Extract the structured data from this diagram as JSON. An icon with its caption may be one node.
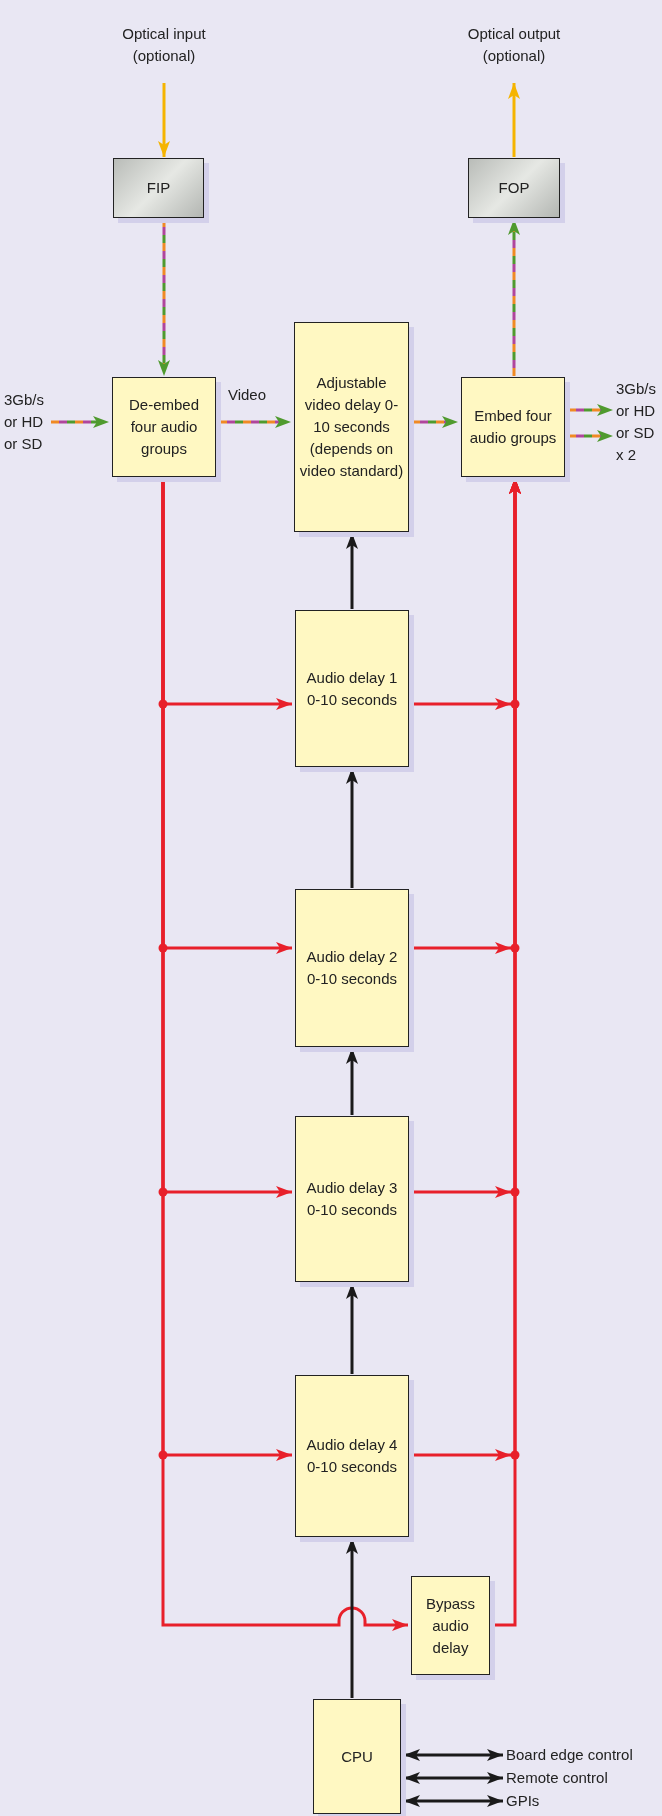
{
  "diagram": {
    "nodes": [
      {
        "text": [
          "Optical input (optional)"
        ]
      },
      {
        "text": [
          "FIP"
        ]
      },
      {
        "text": [
          "Optical output (optional)"
        ]
      },
      {
        "text": [
          "FOP"
        ]
      },
      {
        "text": [
          "3Gb/s or HD or SD"
        ]
      },
      {
        "text": [
          "De-embed four audio groups"
        ]
      },
      {
        "text": [
          "Adjustable video delay 0-10 seconds (depends on video standard)"
        ]
      },
      {
        "text": [
          "Embed four audio groups"
        ]
      },
      {
        "text": [
          "3Gb/s or HD or SD x 2"
        ]
      },
      {
        "text": [
          "Audio delay 1 0-10 seconds"
        ]
      },
      {
        "text": [
          "Audio delay 2 0-10 seconds"
        ]
      },
      {
        "text": [
          "Audio delay 3 0-10 seconds"
        ]
      },
      {
        "text": [
          "Audio delay 4 0-10 seconds"
        ]
      },
      {
        "text": [
          "Bypass audio delay"
        ]
      },
      {
        "text": [
          "CPU"
        ]
      },
      {
        "text": [
          "Board edge control"
        ]
      },
      {
        "text": [
          "Remote control"
        ]
      },
      {
        "text": [
          "GPIs"
        ]
      }
    ],
    "edges": [
      {
        "from": 0,
        "to": 1,
        "arrow": "to",
        "color": "#f5b400"
      },
      {
        "from": 1,
        "to": 5,
        "arrow": "to",
        "style": "dashed",
        "color": "#4f9a2e"
      },
      {
        "from": 3,
        "to": 2,
        "arrow": "to",
        "color": "#f5b400"
      },
      {
        "from": 7,
        "to": 3,
        "arrow": "to",
        "style": "dashed",
        "color": "#4f9a2e"
      },
      {
        "from": 4,
        "to": 5,
        "arrow": "to",
        "style": "dashed",
        "color": "#4f9a2e"
      },
      {
        "from": 5,
        "to": 6,
        "arrow": "to",
        "label": "Video",
        "style": "dashed",
        "color": "#4f9a2e"
      },
      {
        "from": 6,
        "to": 7,
        "arrow": "to",
        "style": "dashed",
        "color": "#4f9a2e"
      },
      {
        "from": 7,
        "to": 8,
        "arrow": "to",
        "style": "dashed",
        "color": "#4f9a2e"
      },
      {
        "from": 7,
        "to": 8,
        "arrow": "to",
        "style": "dashed",
        "color": "#4f9a2e"
      },
      {
        "from": 5,
        "to": 9,
        "arrow": "to",
        "color": "#e8202a"
      },
      {
        "from": 5,
        "to": 10,
        "arrow": "to",
        "color": "#e8202a"
      },
      {
        "from": 5,
        "to": 11,
        "arrow": "to",
        "color": "#e8202a"
      },
      {
        "from": 5,
        "to": 12,
        "arrow": "to",
        "color": "#e8202a"
      },
      {
        "from": 5,
        "to": 13,
        "arrow": "to",
        "color": "#e8202a"
      },
      {
        "from": 9,
        "to": 7,
        "arrow": "to",
        "color": "#e8202a"
      },
      {
        "from": 10,
        "to": 7,
        "arrow": "to",
        "color": "#e8202a"
      },
      {
        "from": 11,
        "to": 7,
        "arrow": "to",
        "color": "#e8202a"
      },
      {
        "from": 12,
        "to": 7,
        "arrow": "to",
        "color": "#e8202a"
      },
      {
        "from": 13,
        "to": 7,
        "arrow": "to",
        "color": "#e8202a"
      },
      {
        "from": 14,
        "to": 12,
        "arrow": "to",
        "color": "#1a1a1a"
      },
      {
        "from": 12,
        "to": 11,
        "arrow": "to",
        "color": "#1a1a1a"
      },
      {
        "from": 11,
        "to": 10,
        "arrow": "to",
        "color": "#1a1a1a"
      },
      {
        "from": 10,
        "to": 9,
        "arrow": "to",
        "color": "#1a1a1a"
      },
      {
        "from": 9,
        "to": 6,
        "arrow": "to",
        "color": "#1a1a1a"
      },
      {
        "from": 14,
        "to": 15,
        "arrow": "both",
        "color": "#1a1a1a"
      },
      {
        "from": 14,
        "to": 16,
        "arrow": "both",
        "color": "#1a1a1a"
      },
      {
        "from": 14,
        "to": 17,
        "arrow": "both",
        "color": "#1a1a1a"
      }
    ]
  }
}
